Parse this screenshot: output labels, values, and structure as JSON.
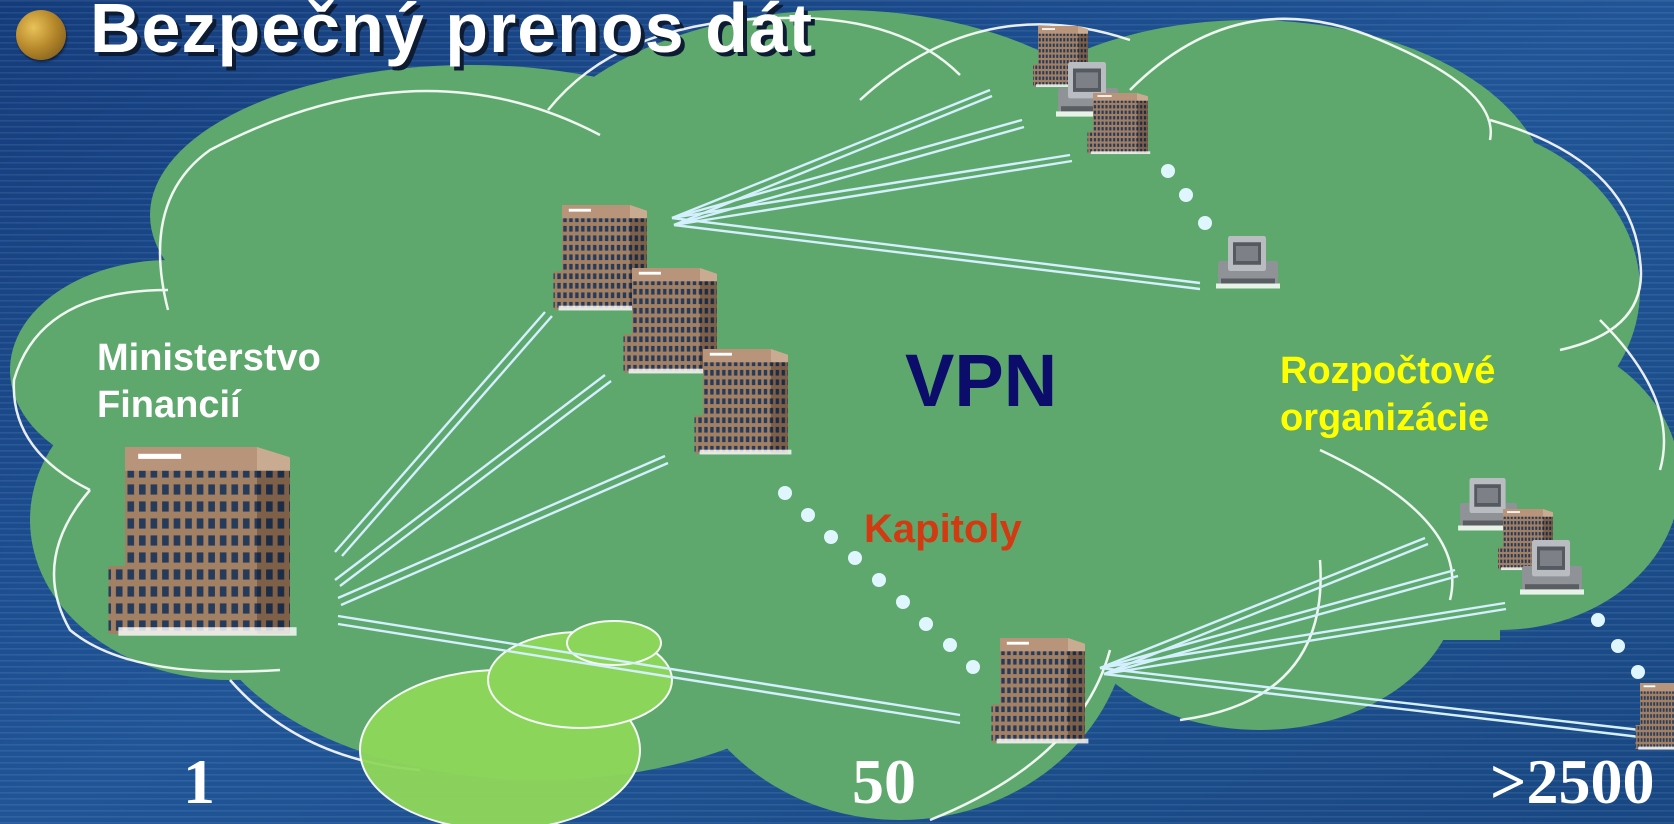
{
  "title": "Bezpečný prenos dát",
  "network_label": "VPN",
  "nodes": {
    "ministry": {
      "label_line1": "Ministerstvo",
      "label_line2": "Financií",
      "count": "1"
    },
    "chapters": {
      "label": "Kapitoly",
      "count": "50"
    },
    "budget_orgs": {
      "label_line1": "Rozpočtové",
      "label_line2": "organizácie",
      "count": ">2500"
    }
  },
  "icons": [
    "bullet-icon",
    "building-icon",
    "computer-icon"
  ],
  "colors": {
    "background": "#1c4d8e",
    "cloud": "#5ea86e",
    "links": "#cfefff",
    "title": "#ffffff",
    "ministry_label": "#ffffff",
    "budget_label": "#ffff00",
    "chapters_label": "#d23a12",
    "vpn_label": "#0c0c6a"
  }
}
